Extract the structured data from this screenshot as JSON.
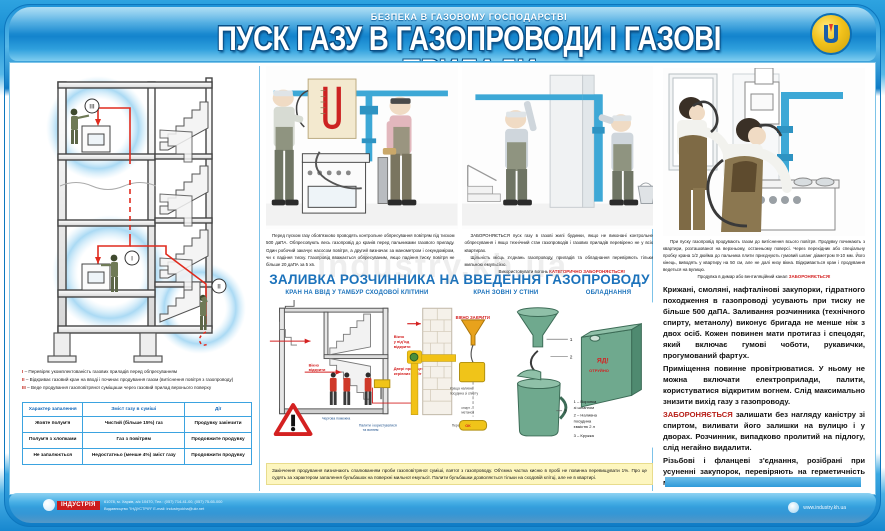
{
  "header": {
    "subtitle": "БЕЗПЕКА В ГАЗОВОМУ ГОСПОДАРСТВІ",
    "title": "ПУСК ГАЗУ В ГАЗОПРОВОДИ І ГАЗОВІ ПРИЛАДИ",
    "logo_alt": "industry-emblem"
  },
  "left": {
    "diagram_markers": [
      "I",
      "II",
      "III"
    ],
    "legend": [
      {
        "num": "I",
        "text": "– Перевіряє укомплектованість газових приладів перед обпресуванням"
      },
      {
        "num": "II",
        "text": "– Відкриває газовий кран на вводі і починає продування газом (витіснення повітря з газопроводу)"
      },
      {
        "num": "III",
        "text": "– Веде продування газоповітряної суміщаши через газовий прилад верхнього поверху"
      }
    ],
    "table": {
      "headers": [
        "Характер запалення",
        "Зміст газу в суміші",
        "Дії"
      ],
      "rows": [
        [
          "Жовте полум'я",
          "Чистий (більше 15%) газ",
          "Продувку закінчити"
        ],
        [
          "Полум'я з хлопками",
          "Газ з повітрям",
          "Продовжите продувку"
        ],
        [
          "Не запалюється",
          "Недостатньо (менше 4%) зміст газу",
          "Продовжити продувку"
        ]
      ]
    }
  },
  "middle": {
    "photo1_alt": "manometer-pressure-test-illustration",
    "photo2_alt": "riser-pipe-check-illustration",
    "text_left": "Перед пуском газу обов'язково проводять контрольне обпресування повітрям під тиском 500 даПА. Обпресовують весь газопровід до кранів перед пальниками газового приладу. Один робочий закачує насосом повітря, а другий визначає за манометром і секундоміром, чи є падіння тиску. Газопровід вважається обпресуваним, якщо падіння тиску повітря не більше 20 даПА за 5 хв.",
    "text_right_1": "ЗАБОРОНЯЄТЬСЯ пуск газу в газові жилі будинки, якщо не виконані контрольне обпресування і якщо технічний стан газопроводів і газових приладів перевірено не у всіх квартирах.",
    "text_right_2": "Щільність місць з'єднань газопроводу, приладів та обладнання перевіряють тільки мильною емульсією.",
    "text_right_3_a": "Використовувати вогонь",
    "text_right_3_b": "КАТЕГОРИЧНО ЗАБОРОНЯЄТЬСЯ!",
    "section_title": "ЗАЛИВКА РОЗЧИННИКА НА ВВЕДЕННЯ ГАЗОПРОВОДУ",
    "sub_heads": [
      "КРАН НА ВВІД У ТАМБУР СХОДОВОЇ КЛІТИНИ",
      "КРАН ЗОВНІ У СТІНИ",
      "ОБЛАДНАННЯ"
    ],
    "diagram_labels": {
      "window_closed": "ВІКНО ЗАКРИТИ",
      "entrance_closed": "Вхід у під'їзд закрити",
      "doors_closed": "Двері приміщень керівних робіт",
      "fire_forbidden": "Чергова пожежна",
      "no_smoking": "Палити і користуватися відкритим вогнем заборонено",
      "solvent_vessel": "Краща наливна посудина зі спирту",
      "spirit_pipe": "спирт - метанол",
      "shut_off": "Перекрити"
    },
    "equipment_legend": [
      "1 – Воронка зі шлангом",
      "2 – Наливна посудина ємкістю 2 л",
      "3 – Кружка"
    ],
    "yellow_note": "Закінчення продування визначають спалюванням проби газоповітряної суміші, взятої з газопроводу. Об'ємна частка кисню в пробі не повинна перевищувати 1%. Про це судять за характером запалення бульбашок на поверхні мильної емульсії. Палити бульбашки дозволяється тільки на сходовій клітці, але не в квартирі."
  },
  "right": {
    "photo_alt": "gas-start-purging-illustration",
    "small_text_1": "При пуску газопровід продувають газом до витіснення всього повітря. Продувку починають з квартири, розташованої на верхньому, останньому поверсі. Через перехідник або спеціальну пробку крана 1/2 дюйма до пальника плити приєднують гумовий шланг діаметром 8-10 мм. Його кінець, виводять у квартиру на 50 см, але не далі низу вікна. Відкривається кран і продування ведеться на вулицю.",
    "small_text_2_a": "Продувка в димар або вентиляційний канал",
    "small_text_2_b": "ЗАБОРОНЯЄТЬСЯ!",
    "big_para_1": "Крижані, смоляні, нафталінові закупорки, гідратного походження в газопроводі усувають при тиску не більше 500 даПА. Заливання розчинника (технічного спирту, метанолу) виконує бригада не менше ніж з двох осіб. Кожен повинен мати протигаз і спецодяг, який включає гумові чоботи, рукавички, прогумований фартух.",
    "big_para_2": "Приміщення повинне провітрюватися. У ньому не можна включати електроприлади, палити, користуватися відкритим вогнем. Слід максимально знизити вихід газу з газопроводу.",
    "big_para_3_a": "ЗАБОРОНЯЄТЬСЯ",
    "big_para_3_b": "залишати без нагляду каністру зі спиртом, виливати його залишки на вулицю і у дворах. Розчинник, випадково пролитий на підлогу, слід негайно видалити.",
    "big_para_4": "Різьбові і фланцеві з'єднання, розібрані при усуненні закупорок, перевіряють на герметичність мильною емульсією або газоаналізатором."
  },
  "footer": {
    "logo_word": "ІНДУСТРІЯ",
    "address_line1": "61078, м. Харків, а/с 10470,   Тел.: (057) 714-41-00, (057) 75-65-000",
    "address_line2": "Видавництво \"ІНДУСТРІЯ\"     E-mail: industryokha@ukr.net",
    "website": "www.industry.kh.ua"
  },
  "watermark": "industry.kh.ua",
  "colors": {
    "brand_blue": "#1b72bb",
    "header_blue": "#1484cd",
    "accent_red": "#d42121",
    "note_yellow": "#fdf6bf",
    "pipe_blue": "#3da8d6"
  }
}
